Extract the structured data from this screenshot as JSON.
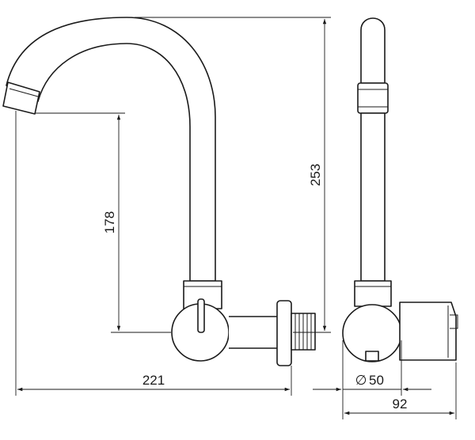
{
  "dimensions": {
    "total_height": "253",
    "spout_height": "178",
    "width": "221",
    "base_diameter_symbol": "∅",
    "base_diameter_value": "50",
    "side_depth": "92"
  },
  "colors": {
    "line": "#1a1a1a",
    "background": "#ffffff"
  }
}
